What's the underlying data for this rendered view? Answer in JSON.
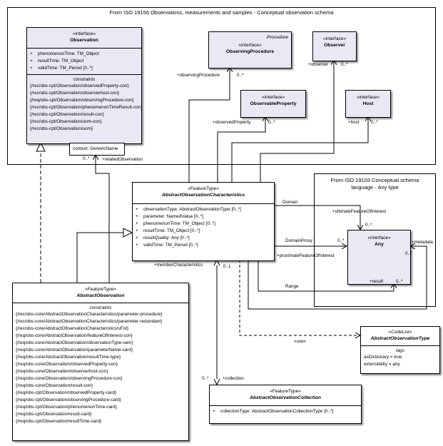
{
  "packages": {
    "observation_schema": "From ISO 19156 Observations, measurements and samples - Conceptual observation schema",
    "conceptual_schema_line1": "From ISO 19103 Conceptual schema",
    "conceptual_schema_line2": "language - Any type"
  },
  "observation": {
    "stereotype": "«interface»",
    "name": "Observation",
    "attributes": [
      {
        "vis": "+",
        "text": "phenomenonTime: TM_Object"
      },
      {
        "vis": "+",
        "text": "resultTime: TM_Object"
      },
      {
        "vis": "+",
        "text": "validTime: TM_Period [0..*]"
      }
    ],
    "constraints_title": "constraints",
    "constraints": [
      "{/rec/obs-cpt/Observation/observedProperty-con}",
      "{/rec/obs-cpt/Observation/observerhost-con}",
      "{/req/obs-cpt/Observation/observingProcedure-con}",
      "{/rec/obs-cpt/Observation/phenomenonTimeResult-con}",
      "{/rec/obs-cpt/Observation/result-con}",
      "{/rec/obs-cpt/Observation/uom-con}",
      "{/rec/obs-cpt/Observation/uom}"
    ],
    "qualifier": "context: GenericName"
  },
  "observing_procedure": {
    "header": "Procedure",
    "stereotype": "«interface»",
    "name": "ObservingProcedure"
  },
  "observer": {
    "stereotype": "«interface»",
    "name": "Observer"
  },
  "observable_property": {
    "stereotype": "«interface»",
    "name": "ObservableProperty"
  },
  "host": {
    "stereotype": "«interface»",
    "name": "Host"
  },
  "any": {
    "stereotype": "«interface»",
    "name": "Any"
  },
  "characteristics": {
    "stereotype": "«FeatureType»",
    "name": "AbstractObservationCharacteristics",
    "attributes": [
      {
        "vis": "+",
        "text": "observationType: AbstractObservationType [0..*]"
      },
      {
        "vis": "+",
        "text": "parameter: NamedValue [0..*]"
      },
      {
        "vis": "+",
        "text": "phenomenonTime: TM_Object [0..*]"
      },
      {
        "vis": "+",
        "text": "resultTime: TM_Object [0..*]"
      },
      {
        "vis": "+",
        "text": "resultQuality: Any [0..*]"
      },
      {
        "vis": "+",
        "text": "validTime: TM_Period [0..*]"
      }
    ]
  },
  "abstract_observation": {
    "stereotype": "«FeatureType»",
    "name": "AbstractObservation",
    "constraints_title": "constraints",
    "constraints": [
      "{/rec/obs-core/AbstractObservationCharacteristics/parameter-procedure}",
      "{/rec/obs-core/AbstractObservationCharacteristics/parameter-redundant}",
      "{/rec/obs-core/AbstractObservationCharacteristics/uFoI}",
      "{/req/obs-core/AbstractObservation/featureOfInterest-con}",
      "{/req/obs-core/AbstractObservation/observationType-sem}",
      "{/req/obs-core/AbstractObservation/parameterName-card}",
      "{/req/obs-core/AbstractObservation/resultTime-type}",
      "{/req/obs-core/Observation/observedProperty-con}",
      "{/req/obs-core/Observation/observerhost-con}",
      "{/req/obs-core/Observation/observingProcedure-con}",
      "{/req/obs-core/Observation/result-con}",
      "{/req/obs-cpt/Observation/observedProperty-card}",
      "{/req/obs-cpt/Observation/observingProcedure-card}",
      "{/req/obs-cpt/Observation/phenomenonTime-card}",
      "{/req/obs-cpt/Observation/result-card}",
      "{/req/obs-cpt/Observation/resultTime-card}"
    ]
  },
  "codelist": {
    "stereotype": "«CodeList»",
    "name": "AbstractObservationType",
    "tags_title": "tags",
    "tags": [
      "asDictionary = true",
      "extensibility = any"
    ]
  },
  "collection": {
    "stereotype": "«FeatureType»",
    "name": "AbstractObservationCollection",
    "attributes": [
      {
        "vis": "+",
        "text": "collectionType: AbstractObservationCollectionType [0..*]"
      }
    ]
  },
  "labels": {
    "observing_procedure_role": "+observingProcedure",
    "observing_procedure_mult": "0..*",
    "observer_role": "+observer",
    "observer_mult": "0..*",
    "observed_property_role": "+observedProperty",
    "observed_property_mult": "0..*",
    "host_role": "+host",
    "host_mult": "0..*",
    "related_mult": "0..*",
    "related_role": "+relatedObservation",
    "domain": "Domain",
    "ultimate_foi": "+ultimateFeatureOfInterest",
    "ultimate_mult": "0..*",
    "domain_proxy": "DomainProxy",
    "domain_proxy_mult": "0..*",
    "proximate_foi": "+proximateFeatureOfInterest",
    "metadata": "+metadata",
    "metadata_mult": "0..*",
    "range": "Range",
    "result_role": "+result",
    "result_mult": "0..*",
    "member_characteristics": "+memberCharacteristics",
    "member_mult": "0..1",
    "use": "«use»",
    "collection_mult": "0..*",
    "collection_role": "+collection"
  }
}
